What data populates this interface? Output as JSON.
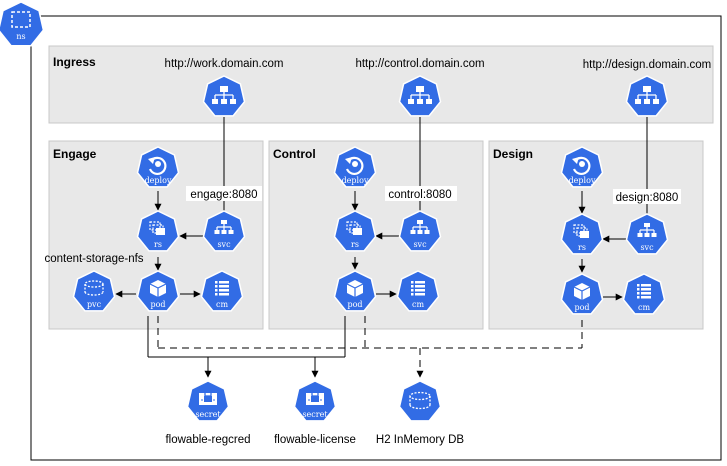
{
  "namespace": {
    "icon_label": "ns"
  },
  "groups": {
    "ingress": {
      "title": "Ingress"
    },
    "engage": {
      "title": "Engage"
    },
    "control": {
      "title": "Control"
    },
    "design": {
      "title": "Design"
    }
  },
  "ingress": {
    "work_url": "http://work.domain.com",
    "control_url": "http://control.domain.com",
    "design_url": "http://design.domain.com"
  },
  "engage": {
    "deploy": "deploy",
    "rs": "rs",
    "svc": "svc",
    "pod": "pod",
    "cm": "cm",
    "pvc": "pvc",
    "port_label": "engage:8080",
    "storage_label": "content-storage-nfs"
  },
  "control": {
    "deploy": "deploy",
    "rs": "rs",
    "svc": "svc",
    "pod": "pod",
    "cm": "cm",
    "port_label": "control:8080"
  },
  "design": {
    "deploy": "deploy",
    "rs": "rs",
    "svc": "svc",
    "pod": "pod",
    "cm": "cm",
    "port_label": "design:8080"
  },
  "shared": {
    "secret_a_icon": "secret",
    "secret_a_label": "flowable-regcred",
    "secret_b_icon": "secret",
    "secret_b_label": "flowable-license",
    "db_label": "H2 InMemory DB"
  },
  "colors": {
    "k8s_blue": "#326ce5",
    "group_fill": "#e8e8e8",
    "group_stroke": "#c8c8c8"
  }
}
